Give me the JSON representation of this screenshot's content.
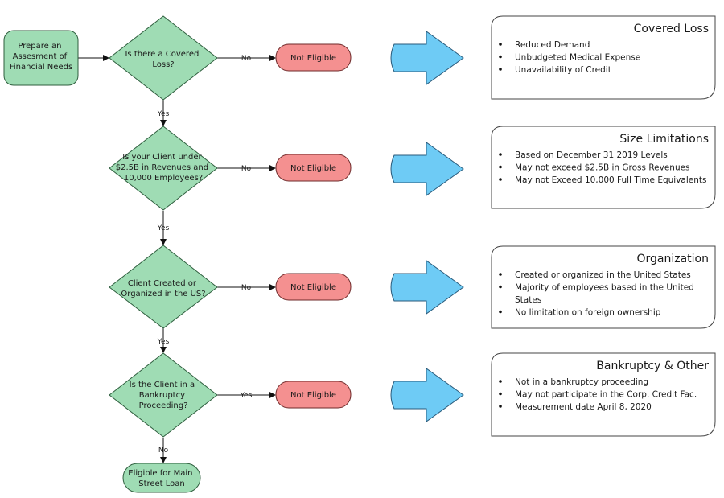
{
  "flow": {
    "start": [
      "Prepare an",
      "Assesment of",
      "Financial Needs"
    ],
    "decisions": [
      {
        "text": [
          "Is there a Covered",
          "Loss?"
        ],
        "no_label": "No",
        "yes_label": "Yes"
      },
      {
        "text": [
          "Is your Client under",
          "$2.5B in Revenues and",
          "10,000 Employees?"
        ],
        "no_label": "No",
        "yes_label": "Yes"
      },
      {
        "text": [
          "Client Created or",
          "Organized in the US?"
        ],
        "no_label": "No",
        "yes_label": "Yes"
      },
      {
        "text": [
          "Is the Client in a",
          "Bankruptcy",
          "Proceeding?"
        ],
        "side_label": "Yes",
        "down_label": "No"
      }
    ],
    "not_eligible": "Not Eligible",
    "end": [
      "Eligible for Main",
      "Street Loan"
    ]
  },
  "panels": [
    {
      "title": "Covered Loss",
      "items": [
        [
          "Reduced Demand"
        ],
        [
          "Unbudgeted Medical Expense"
        ],
        [
          "Unavailability of Credit"
        ]
      ]
    },
    {
      "title": "Size Limitations",
      "items": [
        [
          "Based on December 31 2019 Levels"
        ],
        [
          "May not exceed $2.5B in Gross Revenues"
        ],
        [
          "May not Exceed 10,000 Full Time Equivalents"
        ]
      ]
    },
    {
      "title": "Organization",
      "items": [
        [
          "Created or organized in the United States"
        ],
        [
          "Majority of employees based in the United",
          "States"
        ],
        [
          "No limitation on foreign ownership"
        ]
      ]
    },
    {
      "title": "Bankruptcy & Other",
      "items": [
        [
          "Not in a bankruptcy proceeding"
        ],
        [
          "May not participate in the Corp. Credit Fac."
        ],
        [
          "Measurement date April 8, 2020"
        ]
      ]
    }
  ],
  "colors": {
    "process_fill": "#9fdcb4",
    "process_stroke": "#2f5e3e",
    "terminal_fill": "#f49090",
    "terminal_stroke": "#6e2a2a",
    "arrow_fill": "#6ecbf5",
    "arrow_stroke": "#2a5a7a",
    "panel_stroke": "#444444"
  }
}
